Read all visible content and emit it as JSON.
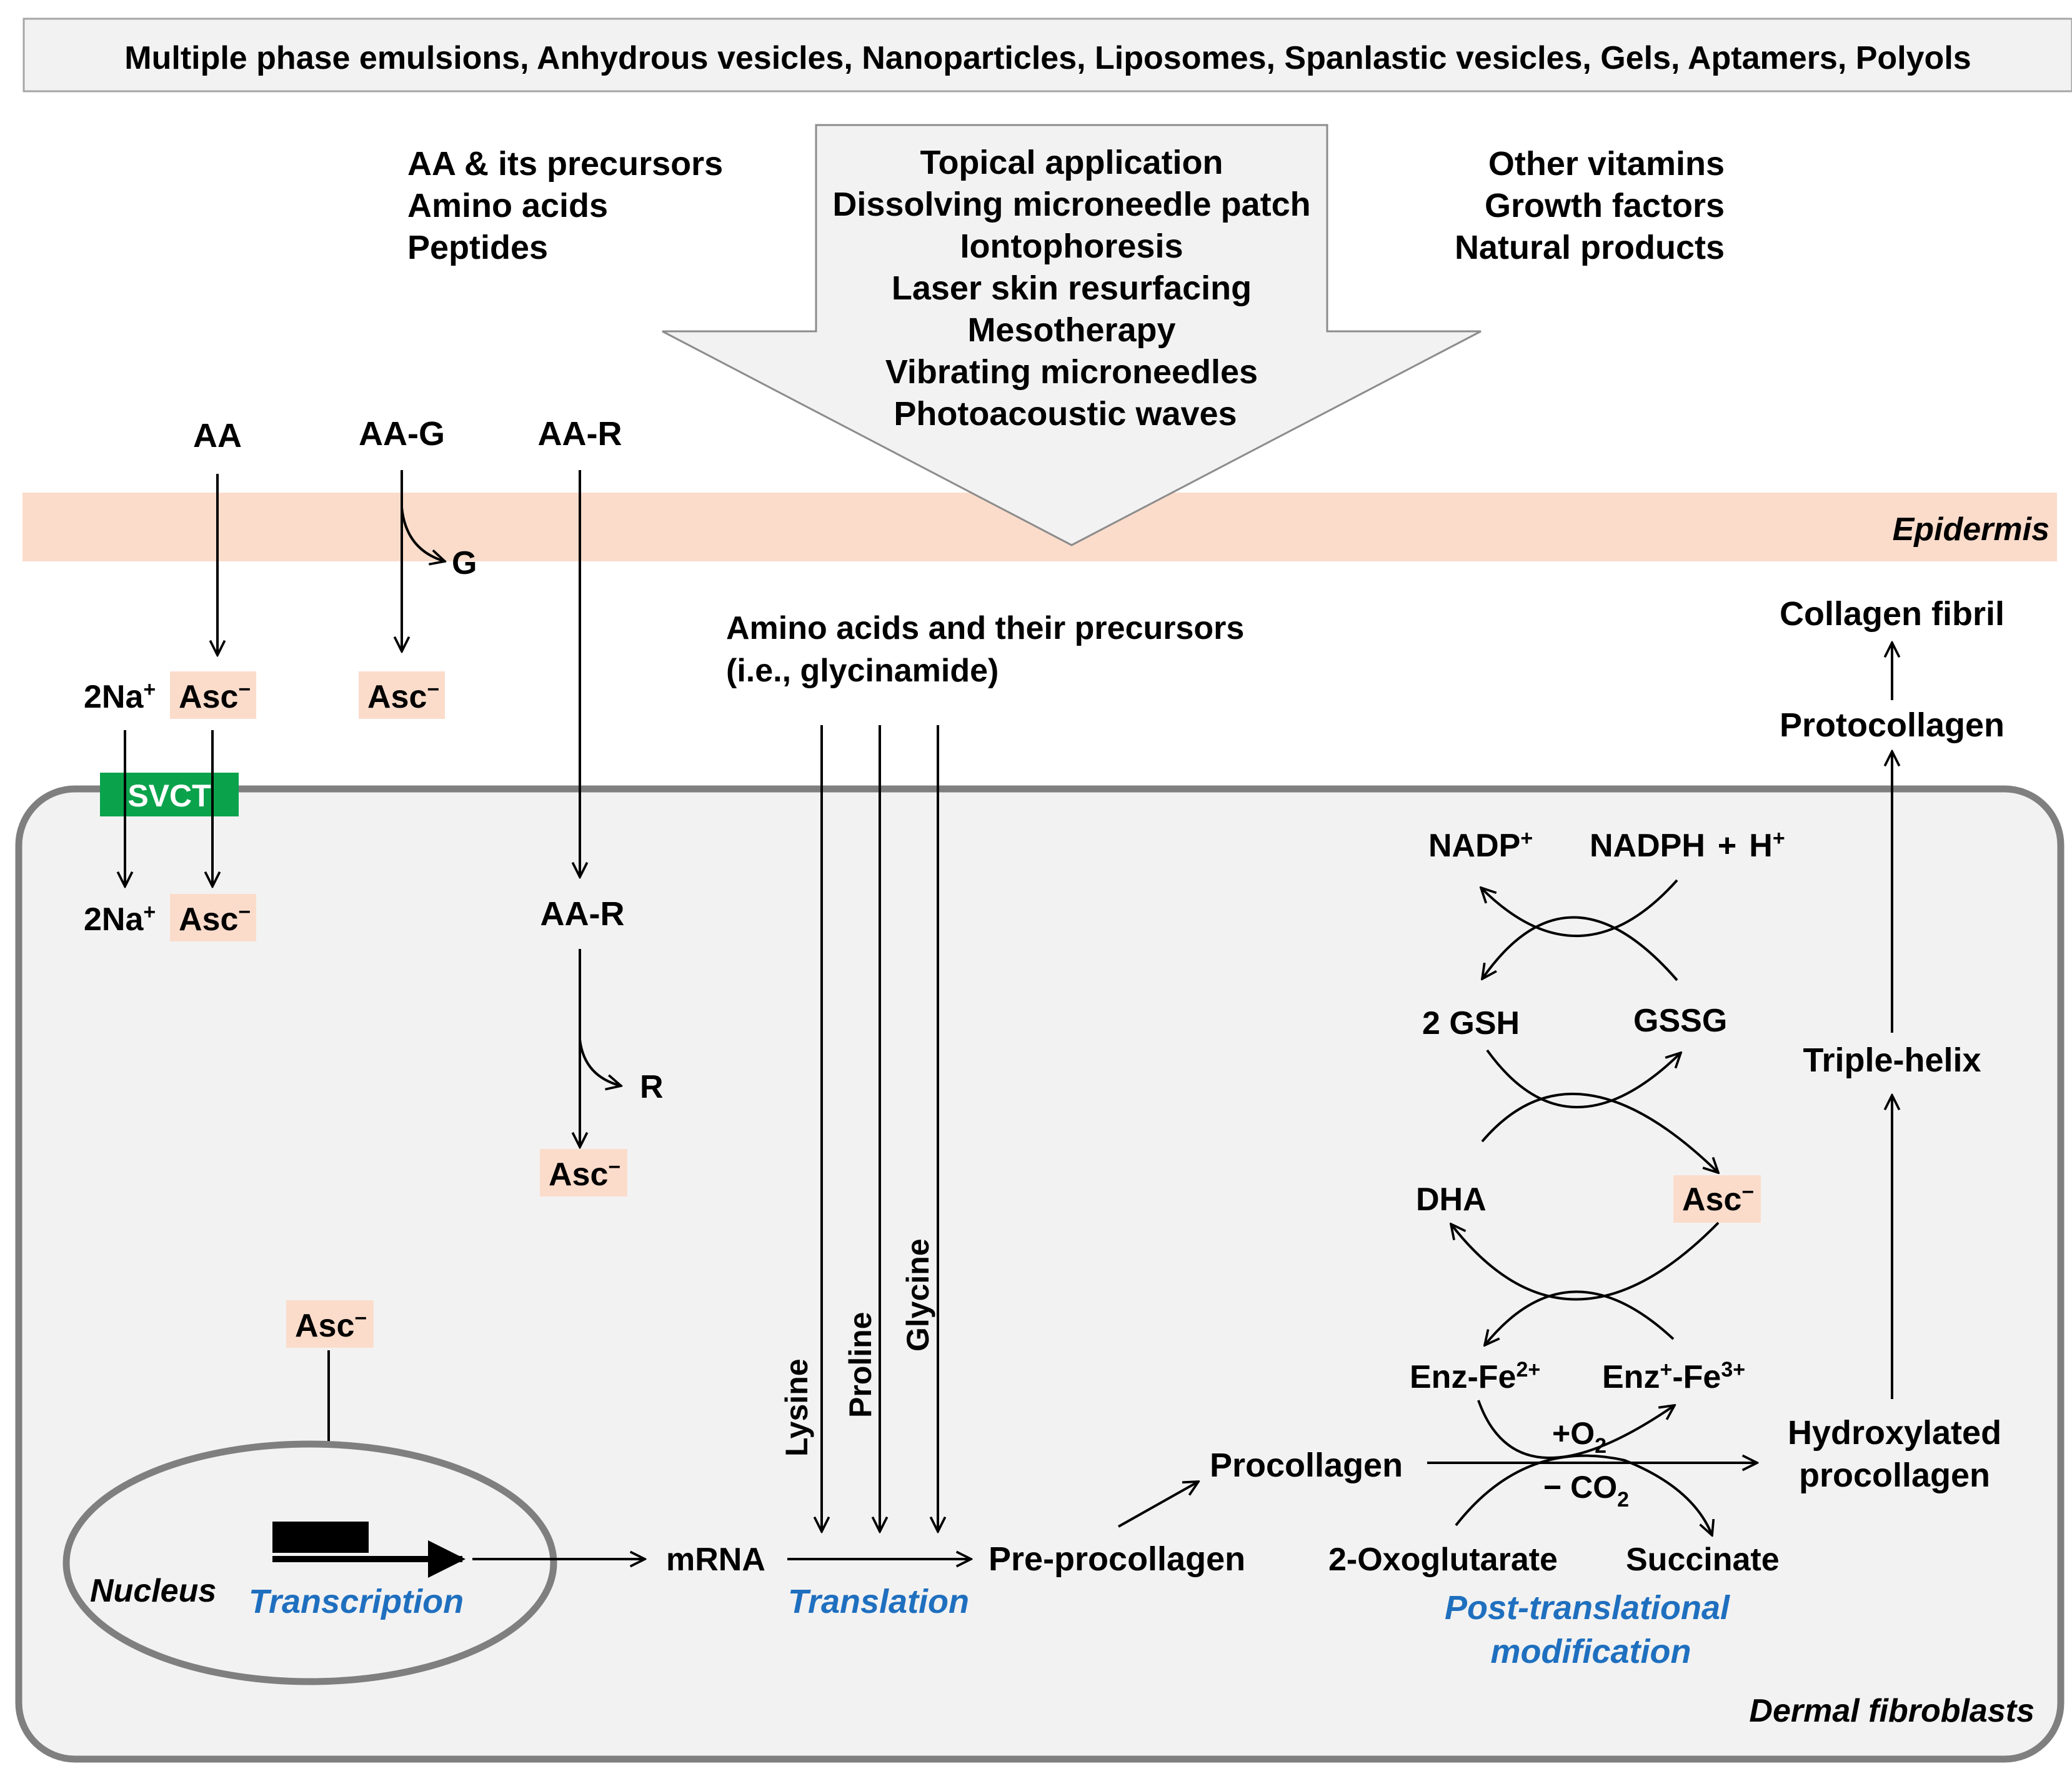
{
  "top_banner": "Multiple phase emulsions, Anhydrous vesicles, Nanoparticles, Liposomes, Spanlastic vesicles, Gels, Aptamers, Polyols",
  "left_list": [
    "AA & its precursors",
    "Amino acids",
    "Peptides"
  ],
  "arrow_list": [
    "Topical application",
    "Dissolving microneedle patch",
    "Iontophoresis",
    "Laser skin resurfacing",
    "Mesotherapy",
    "Vibrating microneedles",
    "Photoacoustic waves"
  ],
  "right_list": [
    "Other vitamins",
    "Growth factors",
    "Natural products"
  ],
  "epidermis_label": "Epidermis",
  "dermal_label": "Dermal fibroblasts",
  "compounds": {
    "aa": "AA",
    "aa_g": "AA-G",
    "aa_r": "AA-R",
    "g": "G",
    "r": "R",
    "na": "2Na",
    "plus": "+",
    "asc": "Asc",
    "minus": "−",
    "svct": "SVCT"
  },
  "amino_precursors": [
    "Amino acids and their precursors",
    "(i.e., glycinamide)"
  ],
  "amino_acids": [
    "Lysine",
    "Proline",
    "Glycine"
  ],
  "nucleus": {
    "label": "Nucleus",
    "process": "Transcription"
  },
  "translation": {
    "mrna": "mRNA",
    "process": "Translation",
    "product": "Pre-procollagen"
  },
  "procollagen": "Procollagen",
  "hydroxylated": [
    "Hydroxylated",
    "procollagen"
  ],
  "triple_helix": "Triple-helix",
  "protocollagen": "Protocollagen",
  "collagen_fibril": "Collagen fibril",
  "cycle": {
    "nadp": "NADP",
    "nadph": "NADPH",
    "h": "H",
    "nadph_plus": "+",
    "gsh": "2 GSH",
    "gssg": "GSSG",
    "dha": "DHA",
    "enz_fe2": "Enz-Fe",
    "fe2_charge": "2+",
    "enz": "Enz",
    "fe3": "-Fe",
    "fe3_charge": "3+",
    "o2_prefix": "+O",
    "co2_prefix": "− CO",
    "sub2": "2",
    "oxoglutarate": "2-Oxoglutarate",
    "succinate": "Succinate"
  },
  "post_translational": [
    "Post-translational",
    "modification"
  ],
  "colors": {
    "epidermis": "#fbdccb",
    "cell_bg": "#f2f2f2",
    "cell_border": "#7f7f7f",
    "svct": "#0aa34c",
    "process_text": "#1f6fbf",
    "asc_bg": "#fbdccb"
  }
}
